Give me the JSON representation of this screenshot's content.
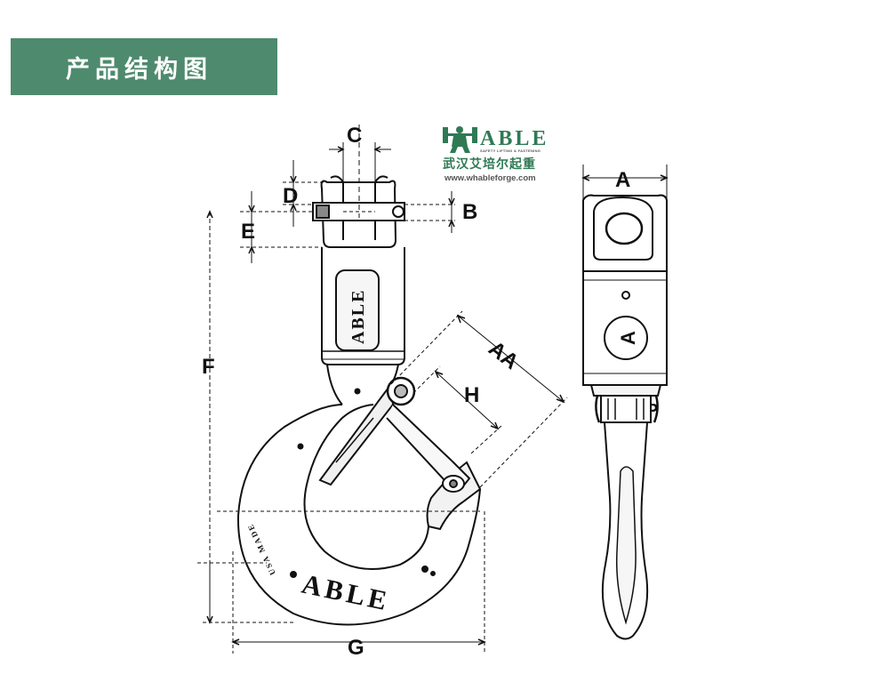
{
  "header": {
    "title": "产品结构图"
  },
  "logo": {
    "brand": "ABLE",
    "tagline": "SAFETY LIFTING & FASTENING",
    "chinese_name": "武汉艾培尔起重",
    "website": "www.whableforge.com"
  },
  "diagram": {
    "stamp_body": "ABLE",
    "stamp_hook": "ABLE",
    "hook_side_text": "USA MADE",
    "side_view_badge": "A",
    "dimensions": {
      "C": "C",
      "D": "D",
      "B": "B",
      "E": "E",
      "F": "F",
      "AA": "AA",
      "H": "H",
      "G": "G",
      "A": "A",
      "P": "P"
    }
  },
  "colors": {
    "title_bar": "#4e8a6d",
    "logo": "#2f7a55",
    "line": "#111111"
  }
}
